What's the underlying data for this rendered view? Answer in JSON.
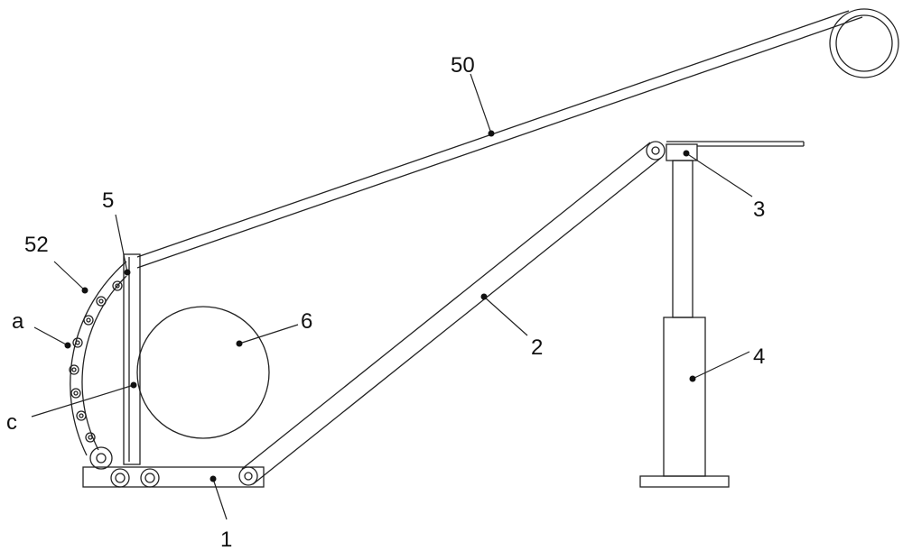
{
  "labels": {
    "boom": "50",
    "arm": "2",
    "bracket": "3",
    "post": "4",
    "base": "1",
    "plate": "5",
    "wheel": "6",
    "arc": "52",
    "roller_a": "a",
    "roller_c": "c"
  }
}
